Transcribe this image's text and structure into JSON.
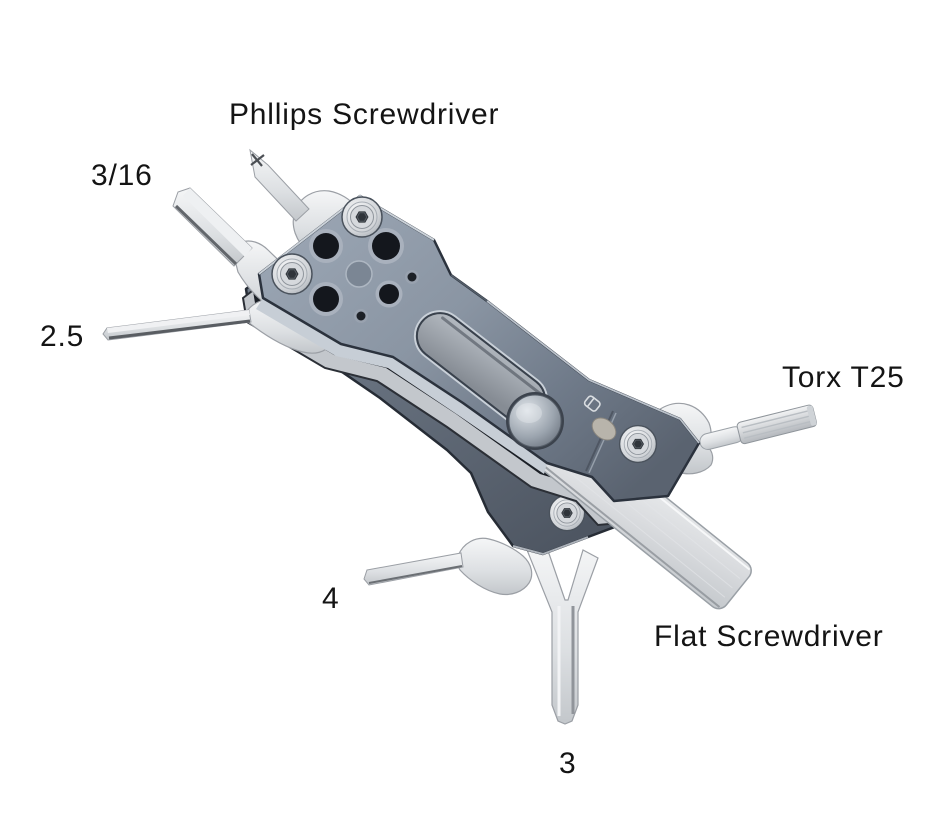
{
  "scene": {
    "type": "product-photo",
    "subject": "folding pocket multi-tool shown open on white background",
    "background_color": "#ffffff",
    "text_color": "#141414"
  },
  "annotations": {
    "phillips_label": "Phllips Screwdriver",
    "hex_316_label": "3/16",
    "hex_25_label": "2.5",
    "torx_label": "Torx T25",
    "hex_4_label": "4",
    "flat_label": "Flat Screwdriver",
    "hex_3_label": "3"
  },
  "tool": {
    "visible_parts": [
      "phillips-screwdriver-bit",
      "hex-key-3-16-inch",
      "hex-key-2.5mm",
      "hex-key-4mm",
      "hex-key-3mm",
      "torx-t25-bit",
      "flat-screwdriver-blade",
      "frame-plate",
      "pivot-button",
      "oval-button",
      "brand-mark",
      "torx-screws"
    ],
    "colors": {
      "frame": "#8692a1",
      "frame_dark": "#59626f",
      "steel": "#e8eaed",
      "gap_shadow": "#1b1f26",
      "outline": "#2b323d"
    }
  }
}
